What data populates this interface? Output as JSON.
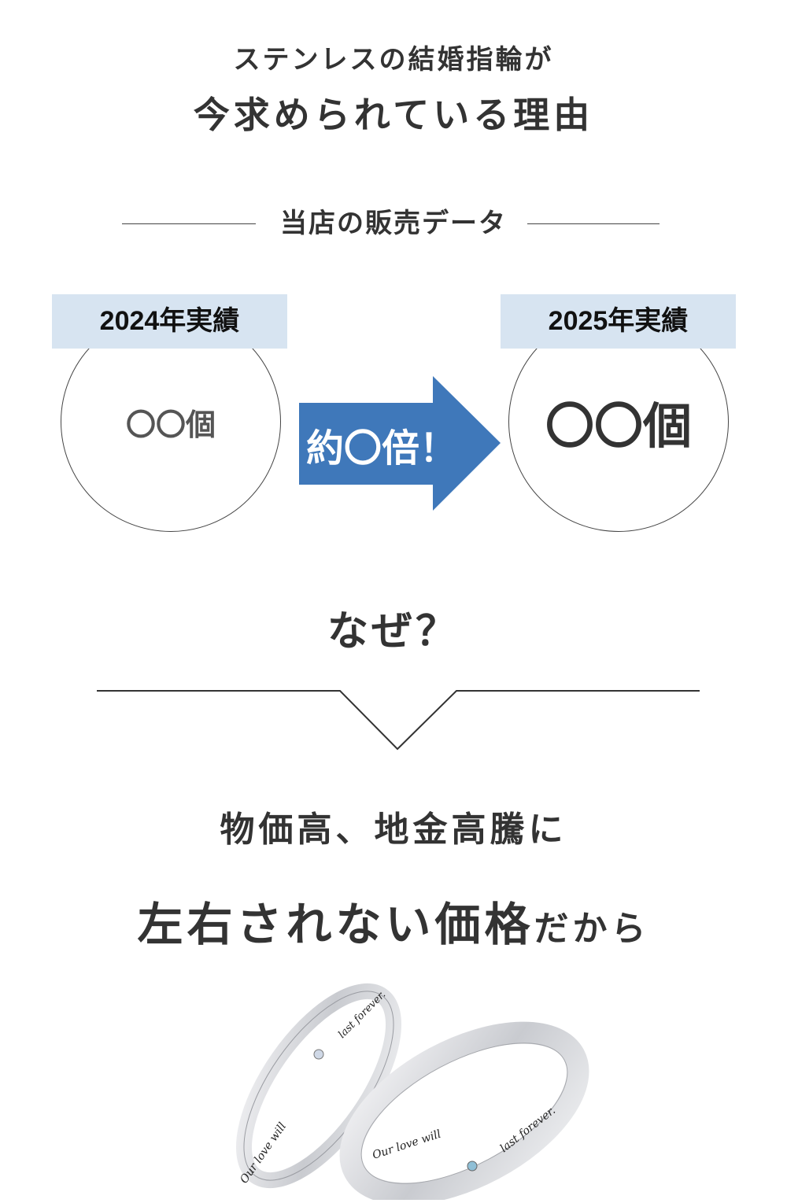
{
  "title": {
    "line1": "ステンレスの結婚指輪が",
    "line2": "今求められている理由"
  },
  "sales_section": {
    "heading": "当店の販売データ",
    "before": {
      "label": "2024年実績",
      "value": "〇〇個"
    },
    "arrow": {
      "text": "約〇倍！",
      "color": "#3f78ba"
    },
    "after": {
      "label": "2025年実績",
      "value": "〇〇個"
    },
    "label_bg": "#d7e4f1"
  },
  "why": "なぜ？",
  "reason": {
    "line1": "物価高、地金高騰に",
    "line2_main": "左右されない価格",
    "line2_tail": "だから"
  },
  "ring_image": {
    "engraving_1": "Our love will",
    "engraving_2": "last forever."
  }
}
